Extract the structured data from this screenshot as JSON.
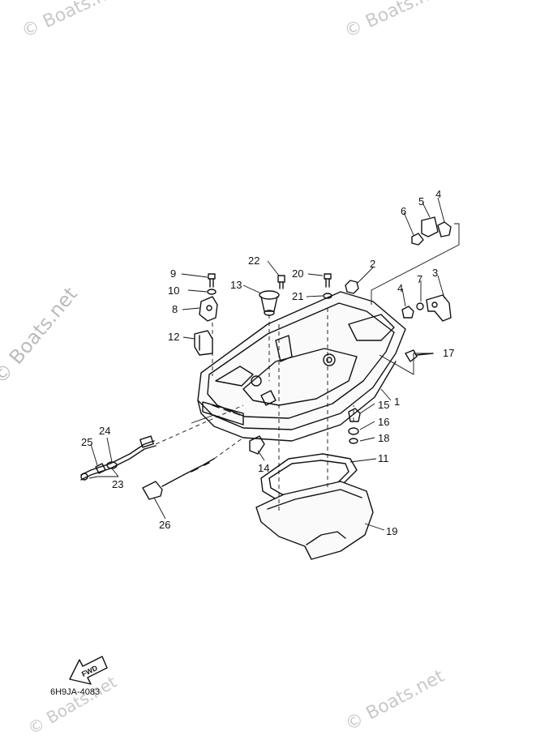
{
  "watermarks": [
    "© Boats.net",
    "© Boats.net",
    "© Boats.net",
    "© Boats.net",
    "© Boats.net"
  ],
  "fwd_label": "FWD",
  "diagram_code": "6H9JA-4083",
  "callouts": [
    {
      "id": "c1",
      "text": "1"
    },
    {
      "id": "c2",
      "text": "2"
    },
    {
      "id": "c3",
      "text": "3"
    },
    {
      "id": "c4a",
      "text": "4"
    },
    {
      "id": "c4b",
      "text": "4"
    },
    {
      "id": "c5",
      "text": "5"
    },
    {
      "id": "c6",
      "text": "6"
    },
    {
      "id": "c7",
      "text": "7"
    },
    {
      "id": "c8",
      "text": "8"
    },
    {
      "id": "c9",
      "text": "9"
    },
    {
      "id": "c10",
      "text": "10"
    },
    {
      "id": "c11",
      "text": "11"
    },
    {
      "id": "c12",
      "text": "12"
    },
    {
      "id": "c13",
      "text": "13"
    },
    {
      "id": "c14",
      "text": "14"
    },
    {
      "id": "c15",
      "text": "15"
    },
    {
      "id": "c16",
      "text": "16"
    },
    {
      "id": "c17",
      "text": "17"
    },
    {
      "id": "c18",
      "text": "18"
    },
    {
      "id": "c19",
      "text": "19"
    },
    {
      "id": "c20",
      "text": "20"
    },
    {
      "id": "c21",
      "text": "21"
    },
    {
      "id": "c22",
      "text": "22"
    },
    {
      "id": "c23",
      "text": "23"
    },
    {
      "id": "c24",
      "text": "24"
    },
    {
      "id": "c25",
      "text": "25"
    },
    {
      "id": "c26",
      "text": "26"
    }
  ]
}
